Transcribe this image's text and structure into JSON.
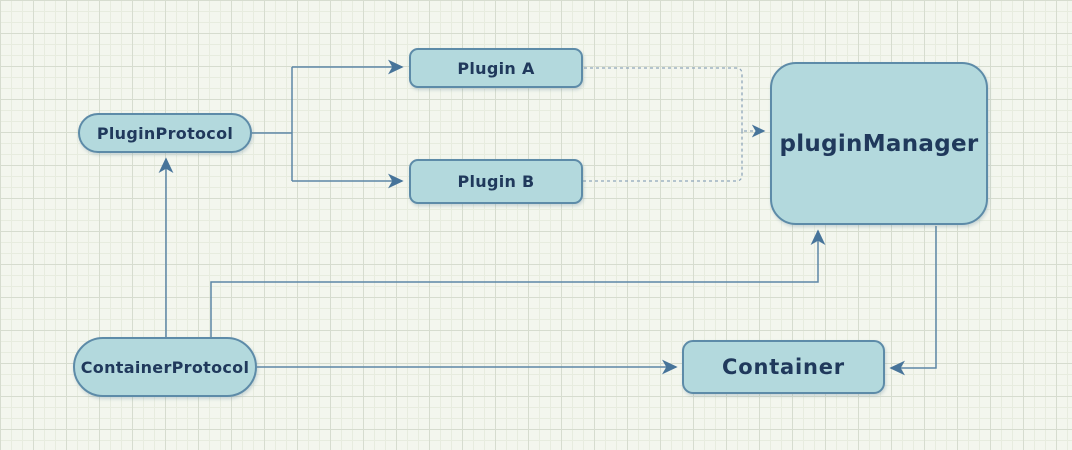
{
  "diagram_type": "dependency-diagram",
  "nodes": {
    "plugin_protocol": {
      "label": "PluginProtocol",
      "shape": "pill"
    },
    "plugin_a": {
      "label": "Plugin A",
      "shape": "rounded-rect"
    },
    "plugin_b": {
      "label": "Plugin B",
      "shape": "rounded-rect"
    },
    "plugin_manager": {
      "label": "pluginManager",
      "shape": "rounded-rect-large"
    },
    "container_protocol": {
      "label": "ContainerProtocol",
      "shape": "pill"
    },
    "container": {
      "label": "Container",
      "shape": "rounded-rect"
    }
  },
  "edges": [
    {
      "from": "PluginProtocol",
      "to": "Plugin A",
      "style": "solid",
      "arrow": "end"
    },
    {
      "from": "PluginProtocol",
      "to": "Plugin B",
      "style": "solid",
      "arrow": "end"
    },
    {
      "from": "Plugin A",
      "to": "pluginManager",
      "style": "dashed",
      "arrow": "end"
    },
    {
      "from": "Plugin B",
      "to": "pluginManager",
      "style": "dashed",
      "arrow": "end"
    },
    {
      "from": "ContainerProtocol",
      "to": "PluginProtocol",
      "style": "solid",
      "arrow": "end"
    },
    {
      "from": "ContainerProtocol",
      "to": "pluginManager",
      "style": "solid",
      "arrow": "end"
    },
    {
      "from": "ContainerProtocol",
      "to": "Container",
      "style": "solid",
      "arrow": "end"
    },
    {
      "from": "pluginManager",
      "to": "Container",
      "style": "solid",
      "arrow": "end"
    }
  ],
  "colors": {
    "background": "#f3f6ee",
    "grid_minor": "#e7ecdf",
    "grid_major": "#d6dccf",
    "node_fill": "#b3d9dd",
    "node_border": "#5d8ba8",
    "label_text": "#20395c",
    "solid_edge": "#5d86a5",
    "dashed_edge": "#8fa6ba",
    "arrowhead": "#47749a"
  }
}
